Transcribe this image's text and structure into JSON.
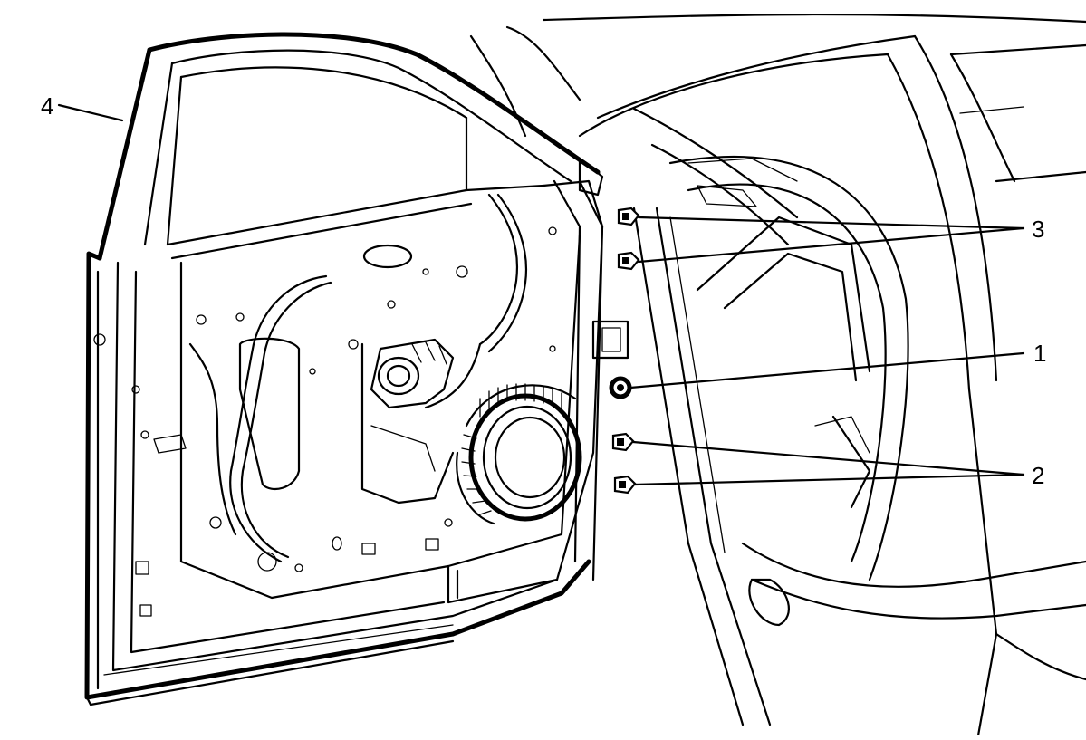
{
  "callouts": {
    "one": "1",
    "two": "2",
    "three": "3",
    "four": "4"
  },
  "style": {
    "line_color": "#000000",
    "background": "#ffffff"
  }
}
